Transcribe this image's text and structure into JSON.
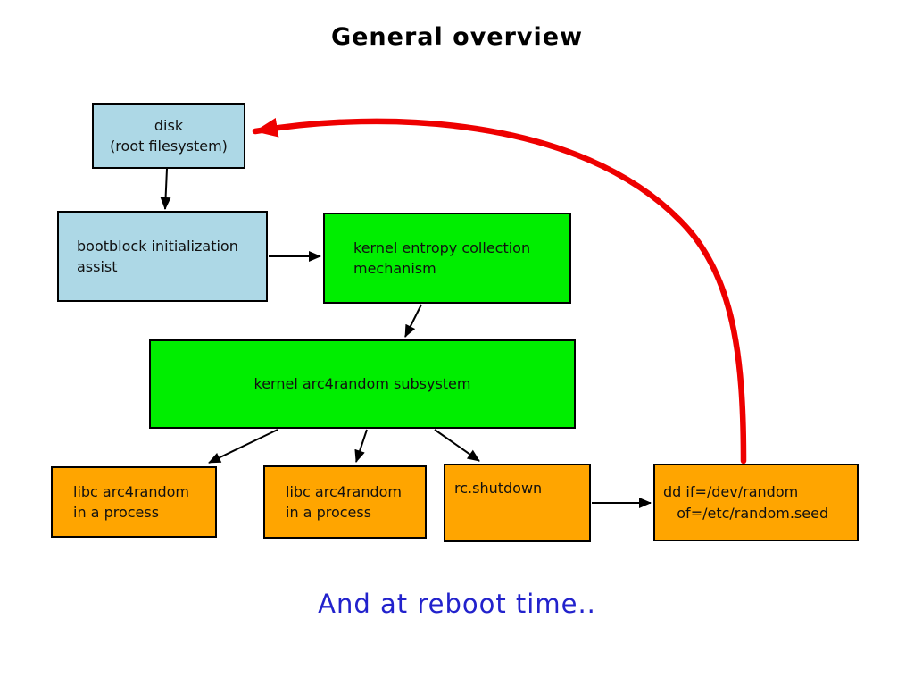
{
  "title": "General overview",
  "footer": {
    "text": "And at reboot time.."
  },
  "palette": {
    "page_bg": "#ffffff",
    "filesystem_box": "#add8e6",
    "kernel_box": "#00ee00",
    "process_box": "#ffa500",
    "box_border": "#000000",
    "box_text": "#111111",
    "title_text": "#000000",
    "footer_text": "#2222cc",
    "black_arrow": "#000000",
    "reboot_arrow": "#ee0000"
  },
  "nodes": {
    "disk": {
      "label": "disk\n(root filesystem)"
    },
    "bootblock": {
      "label": "bootblock initialization\nassist"
    },
    "entropy": {
      "label": "kernel entropy collection\nmechanism"
    },
    "arc4": {
      "label": "kernel arc4random subsystem"
    },
    "libc_a": {
      "label": "libc arc4random\nin a process"
    },
    "libc_b": {
      "label": "libc arc4random\nin a process"
    },
    "rc_shutdown": {
      "label": "rc.shutdown"
    },
    "dd": {
      "label": "dd if=/dev/random\n   of=/etc/random.seed"
    }
  },
  "edges": [
    {
      "from": "disk",
      "to": "bootblock",
      "style": "black-arrow"
    },
    {
      "from": "bootblock",
      "to": "entropy",
      "style": "black-arrow"
    },
    {
      "from": "entropy",
      "to": "arc4",
      "style": "black-arrow"
    },
    {
      "from": "arc4",
      "to": "libc_a",
      "style": "black-arrow"
    },
    {
      "from": "arc4",
      "to": "libc_b",
      "style": "black-arrow"
    },
    {
      "from": "arc4",
      "to": "rc_shutdown",
      "style": "black-arrow"
    },
    {
      "from": "rc_shutdown",
      "to": "dd",
      "style": "black-arrow"
    },
    {
      "from": "dd",
      "to": "disk",
      "style": "thick-red-curve"
    }
  ]
}
